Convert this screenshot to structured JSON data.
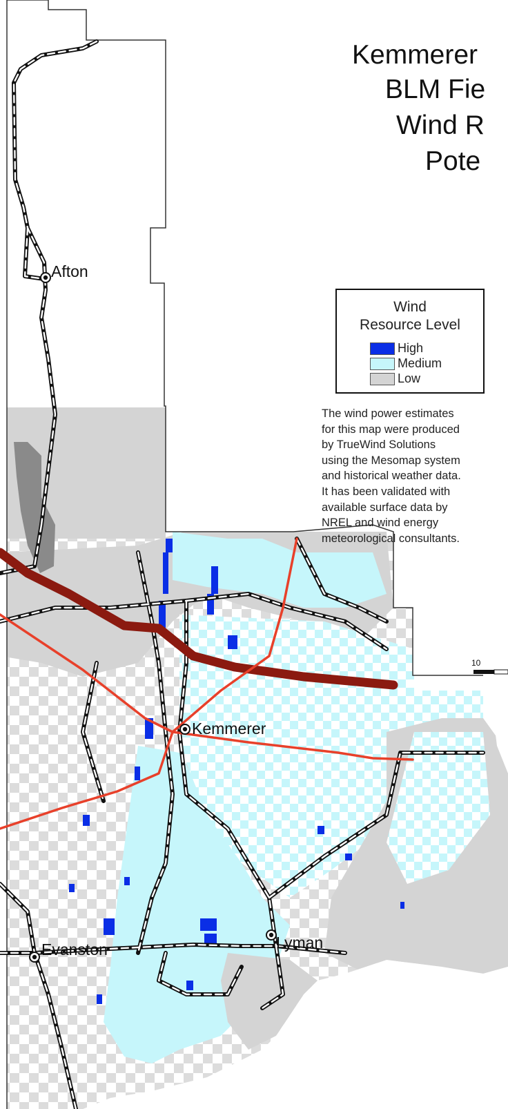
{
  "map": {
    "title_lines": [
      "Kemmerer",
      "BLM Fie",
      "Wind R",
      "Pote"
    ],
    "cities": [
      {
        "name": "Afton"
      },
      {
        "name": "Kemmerer"
      },
      {
        "name": "Evanston"
      },
      {
        "name": "Lyman"
      }
    ],
    "scale_label": "10"
  },
  "legend": {
    "title_line1": "Wind",
    "title_line2": "Resource Level",
    "items": [
      {
        "label": "High",
        "color": "#0a2ee6"
      },
      {
        "label": "Medium",
        "color": "#c6f6fb"
      },
      {
        "label": "Low",
        "color": "#d4d4d4"
      }
    ]
  },
  "note": {
    "lines": [
      "The wind power estimates",
      "for this map were produced",
      "by TrueWind Solutions",
      "using the Mesomap system",
      "and historical weather data.",
      "It has been validated with",
      "available surface data by",
      "NREL and wind energy",
      "meteorological consultants."
    ]
  },
  "colors": {
    "boundary": "#333333",
    "highway": "#111111",
    "power_line_major": "#8b1a10",
    "power_line_minor": "#e8402a",
    "low_area": "#d4d4d4",
    "dark_area": "#8a8a8a",
    "medium": "#c6f6fb",
    "high": "#0a2ee6"
  }
}
